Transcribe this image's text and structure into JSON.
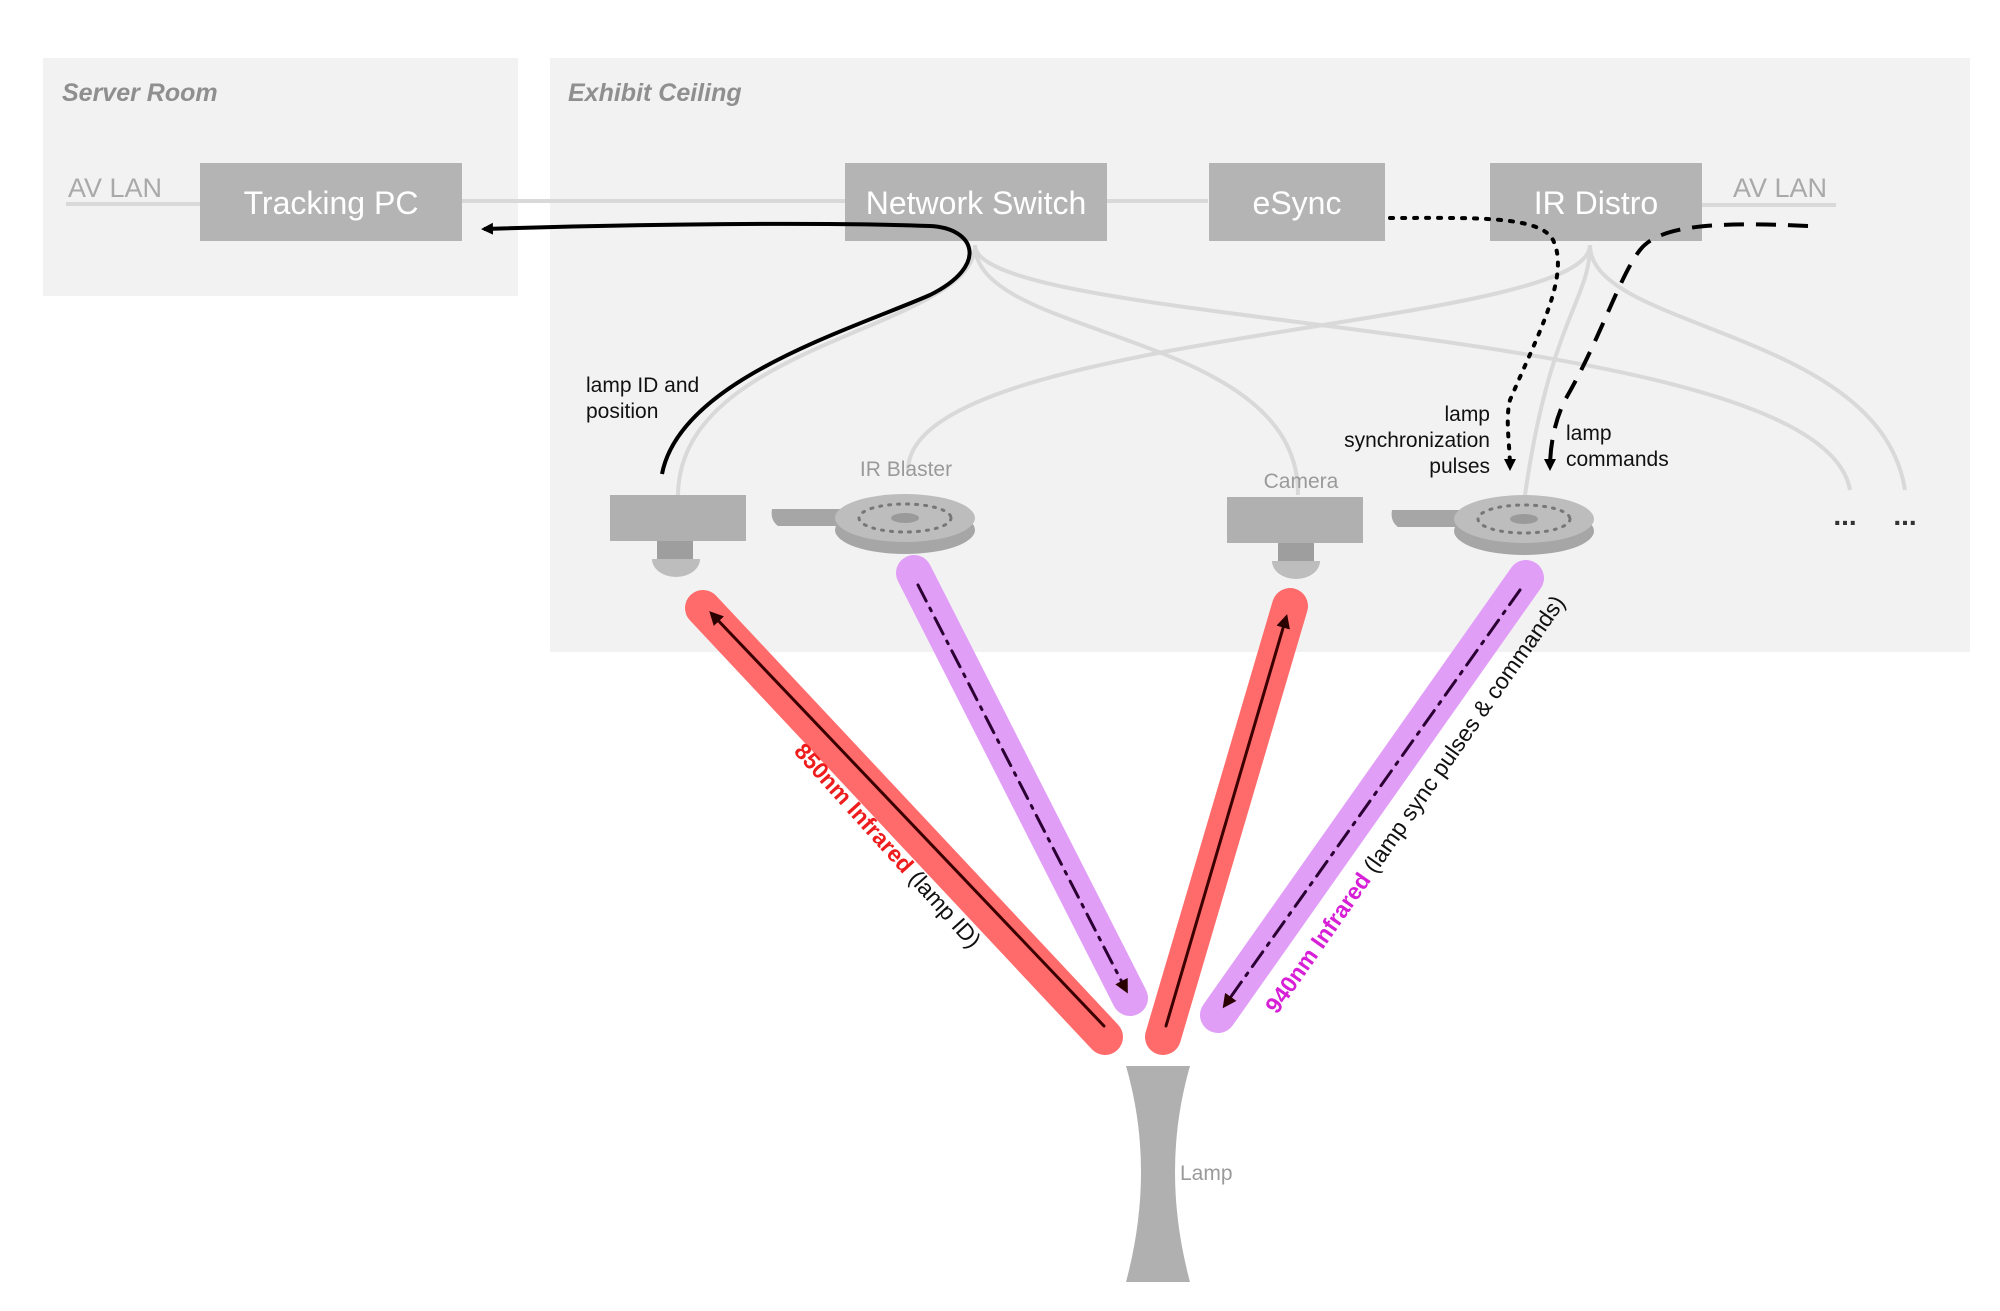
{
  "zones": {
    "server_room": "Server Room",
    "exhibit_ceiling": "Exhibit Ceiling"
  },
  "nodes": {
    "tracking_pc": "Tracking PC",
    "network_switch": "Network Switch",
    "esync": "eSync",
    "ir_distro": "IR Distro"
  },
  "av_lan": {
    "left": "AV LAN",
    "right": "AV LAN"
  },
  "devices": {
    "ir_blaster": "IR Blaster",
    "camera": "Camera",
    "lamp": "Lamp",
    "more": "..."
  },
  "annotations": {
    "lamp_id_1": "lamp ID and",
    "lamp_id_2": "position",
    "sync_1": "lamp",
    "sync_2": "synchronization",
    "sync_3": "pulses",
    "cmd_1": "lamp",
    "cmd_2": "commands"
  },
  "beams": {
    "ir850": {
      "name": "850nm Infrared",
      "detail": " (lamp ID)",
      "color": "#ff6b6b"
    },
    "ir940": {
      "name": "940nm Infrared",
      "detail": " (lamp sync pulses & commands)",
      "color": "#e19ef7"
    }
  },
  "colors": {
    "panel": "#f2f2f2",
    "box": "#b4b4b4",
    "wire": "#d9d9d9",
    "device": "#b0b0b0",
    "arrow": "#000000"
  }
}
